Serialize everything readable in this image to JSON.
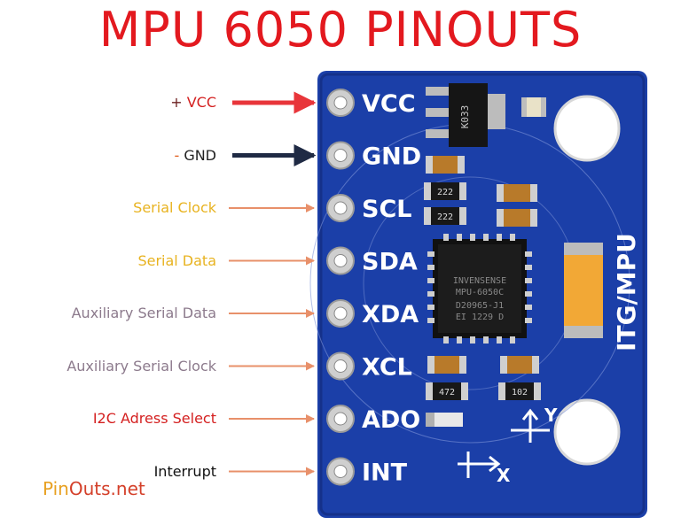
{
  "title": "MPU 6050 PINOUTS",
  "pins": [
    {
      "board": "VCC",
      "prefix": "+",
      "label": "VCC",
      "prefix_color": "#6b1e1e",
      "label_color": "#d42020",
      "arrow_color": "#e8353a"
    },
    {
      "board": "GND",
      "prefix": "-",
      "label": "GND",
      "prefix_color": "#e06020",
      "label_color": "#222222",
      "arrow_color": "#1f2a44"
    },
    {
      "board": "SCL",
      "prefix": "",
      "label": "Serial Clock",
      "prefix_color": "",
      "label_color": "#e8b320",
      "arrow_color": "#e8906a"
    },
    {
      "board": "SDA",
      "prefix": "",
      "label": "Serial Data",
      "prefix_color": "",
      "label_color": "#e8b320",
      "arrow_color": "#e8906a"
    },
    {
      "board": "XDA",
      "prefix": "",
      "label": "Auxiliary Serial Data",
      "prefix_color": "",
      "label_color": "#8c7a8c",
      "arrow_color": "#e8906a"
    },
    {
      "board": "XCL",
      "prefix": "",
      "label": "Auxiliary Serial Clock",
      "prefix_color": "",
      "label_color": "#8c7a8c",
      "arrow_color": "#e8906a"
    },
    {
      "board": "ADO",
      "prefix": "",
      "label": "I2C Adress Select",
      "prefix_color": "",
      "label_color": "#d42020",
      "arrow_color": "#e8906a"
    },
    {
      "board": "INT",
      "prefix": "",
      "label": "Interrupt",
      "prefix_color": "",
      "label_color": "#111111",
      "arrow_color": "#e8906a"
    }
  ],
  "board": {
    "chip_text": [
      "INVENSENSE",
      "MPU-6050C",
      "D20965-J1",
      "EI 1229 D"
    ],
    "regulator_text": "K033",
    "resistor_codes": [
      "222",
      "222",
      "472",
      "102"
    ],
    "side_label": "ITG/MPU",
    "axis_y": "Y",
    "axis_x": "X",
    "colors": {
      "pcb": "#1b3fa8",
      "pcb_dark": "#15318a",
      "silk": "#ffffff",
      "pad": "#cfcfcf"
    }
  },
  "brand": {
    "part1": "Pin",
    "part2": "Outs.net",
    "color1": "#e8a020",
    "color2": "#d4402a"
  }
}
